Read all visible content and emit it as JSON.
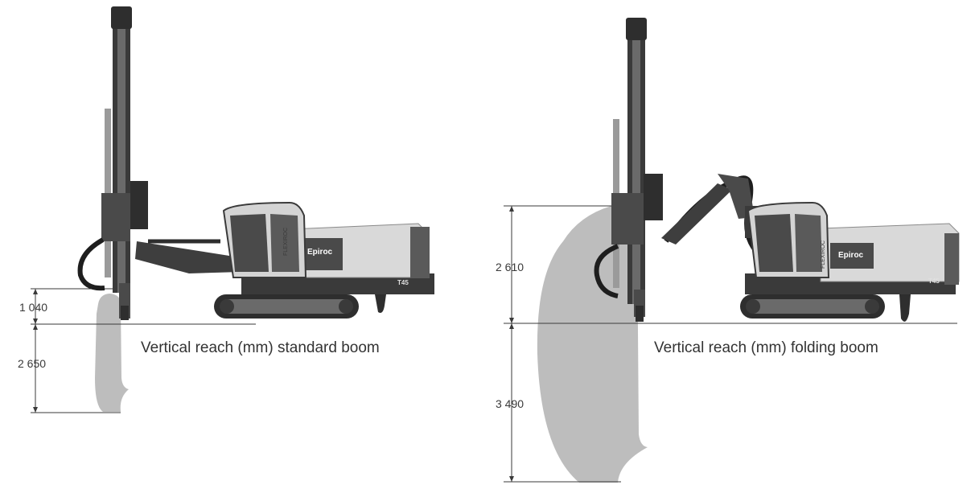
{
  "standard": {
    "caption": "Vertical reach (mm) standard boom",
    "dim_upper": "1 040",
    "dim_lower": "2 650",
    "brand": "Epiroc",
    "model": "T45",
    "sidebar_text": "FLEXIROC"
  },
  "folding": {
    "caption": "Vertical reach (mm) folding boom",
    "dim_upper": "2 610",
    "dim_lower": "3 490",
    "brand": "Epiroc",
    "model": "T45",
    "sidebar_text": "FLEXIROC"
  },
  "colors": {
    "reach_fill": "#bdbdbd",
    "machine_body": "#d9d9d9",
    "machine_dark": "#2e2e2e",
    "machine_mid": "#6a6a6a"
  }
}
